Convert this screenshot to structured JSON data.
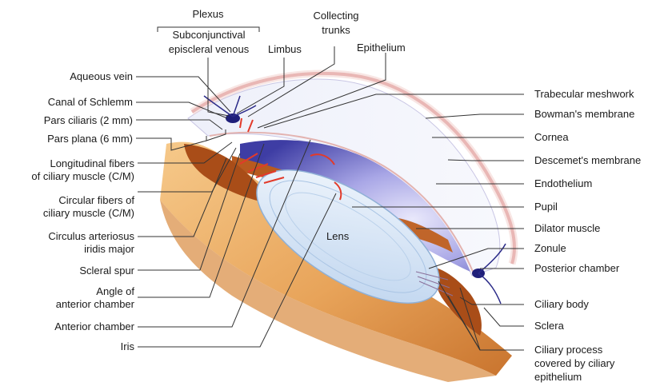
{
  "labels": {
    "plexus": "Plexus",
    "subconjunctival": "Subconjunctival",
    "episcleral_venous": "episcleral venous",
    "collecting": "Collecting",
    "trunks": "trunks",
    "limbus": "Limbus",
    "epithelium": "Epithelium",
    "aqueous_vein": "Aqueous vein",
    "canal_of_schlemm": "Canal of Schlemm",
    "pars_ciliaris": "Pars ciliaris (2 mm)",
    "pars_plana": "Pars plana (6 mm)",
    "longitudinal_1": "Longitudinal fibers",
    "longitudinal_2": "of ciliary muscle (C/M)",
    "circular_1": "Circular fibers of",
    "circular_2": "ciliary muscle (C/M)",
    "circulus_1": "Circulus arteriosus",
    "circulus_2": "iridis major",
    "scleral_spur": "Scleral spur",
    "angle_1": "Angle of",
    "angle_2": "anterior chamber",
    "anterior_chamber": "Anterior chamber",
    "iris": "Iris",
    "trabecular_meshwork": "Trabecular meshwork",
    "bowmans_membrane": "Bowman's membrane",
    "cornea": "Cornea",
    "descemets_membrane": "Descemet's membrane",
    "endothelium": "Endothelium",
    "pupil": "Pupil",
    "dilator_muscle": "Dilator muscle",
    "zonule": "Zonule",
    "posterior_chamber": "Posterior chamber",
    "ciliary_body": "Ciliary body",
    "sclera": "Sclera",
    "ciliary_process_1": "Ciliary process",
    "ciliary_process_2": "covered by ciliary",
    "ciliary_process_3": "epithelium",
    "lens": "Lens"
  },
  "colors": {
    "sclera": "#e8a45a",
    "cornea_outer": "#f3d3cf",
    "cornea_inner": "#5150b8",
    "lens": "#dbe8f6",
    "ciliary": "#b85a1f",
    "vessel": "#2a2a88",
    "flow_arrow": "#e23a2a",
    "leader": "#333333"
  }
}
